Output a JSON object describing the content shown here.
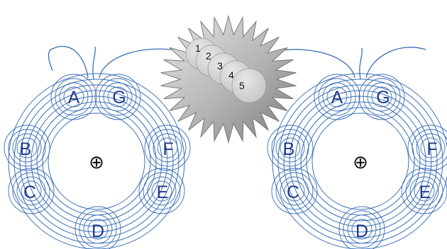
{
  "colors": {
    "winding": "#3a6fb7",
    "label": "#1f3a8a",
    "star_light": "#d6d6d6",
    "star_dark": "#8c8c8c",
    "star_core": "#b0b0b0",
    "bubble": "#d4d4d4"
  },
  "left_coil": {
    "labels": {
      "a": "A",
      "g": "G",
      "b": "B",
      "f": "F",
      "c": "C",
      "e": "E",
      "d": "D"
    },
    "center_symbol": "⊕"
  },
  "right_coil": {
    "labels": {
      "a": "A",
      "g": "G",
      "b": "B",
      "f": "F",
      "c": "C",
      "e": "E",
      "d": "D"
    },
    "center_symbol": "⊕"
  },
  "star": {
    "labels": [
      "1",
      "2",
      "3",
      "4",
      "5"
    ]
  }
}
